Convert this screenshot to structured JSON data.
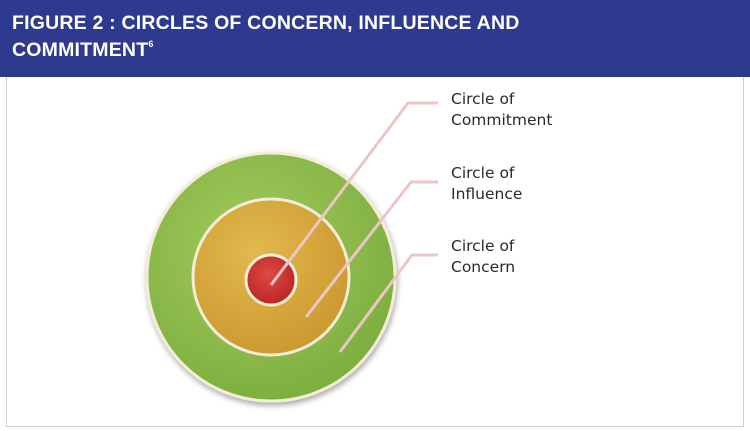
{
  "header": {
    "title": "FIGURE 2 : CIRCLES OF CONCERN, INFLUENCE AND COMMITMENT",
    "superscript": "6"
  },
  "diagram": {
    "circles": [
      {
        "name": "Circle of Concern",
        "label_line1": "Circle of",
        "label_line2": "Concern",
        "color": "#8ab84a"
      },
      {
        "name": "Circle of Influence",
        "label_line1": "Circle of",
        "label_line2": "Influence",
        "color": "#d7a53a"
      },
      {
        "name": "Circle of Commitment",
        "label_line1": "Circle of",
        "label_line2": "Commitment",
        "color": "#cc2b2b"
      }
    ]
  },
  "colors": {
    "header_bg": "#2e3a8e",
    "header_text": "#ffffff",
    "leader_line": "#ecc6c4",
    "ring_border": "#f3ecd6"
  }
}
